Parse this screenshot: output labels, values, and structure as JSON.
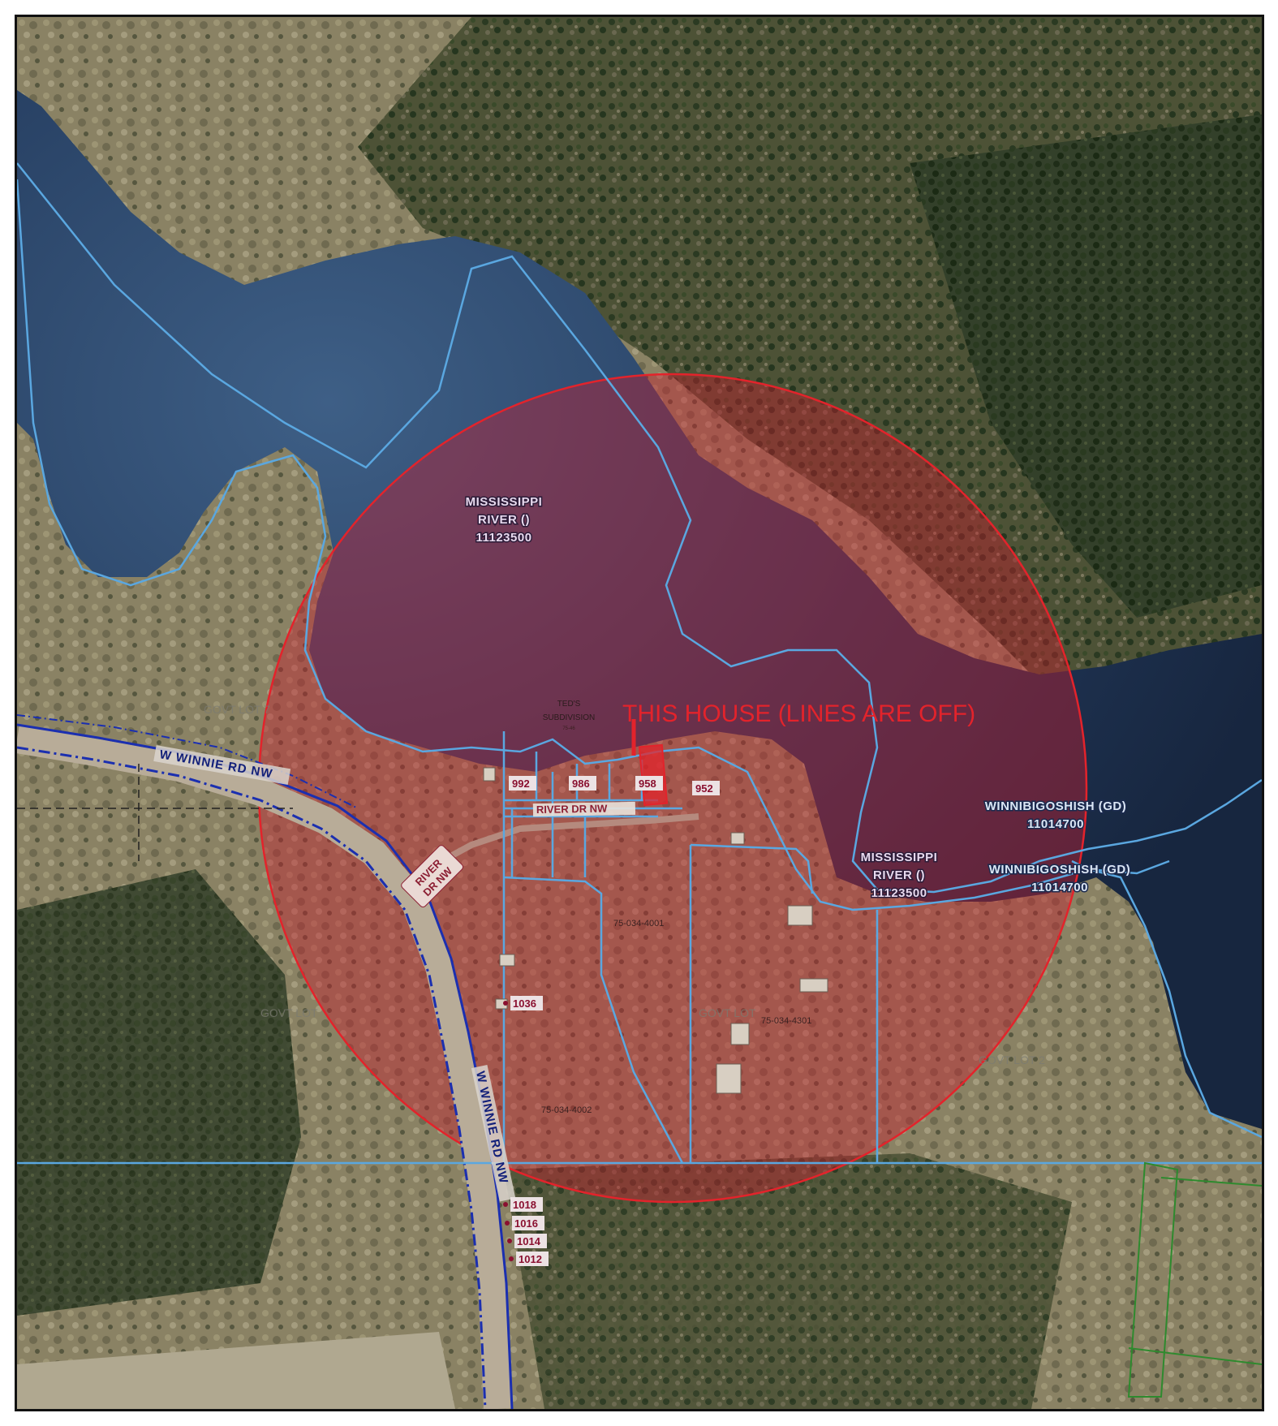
{
  "water_labels": [
    {
      "line1": "MISSISSIPPI",
      "line2": "RIVER ()",
      "line3": "11123500"
    },
    {
      "line1": "MISSISSIPPI",
      "line2": "RIVER ()",
      "line3": "11123500"
    },
    {
      "line1": "WINNIBIGOSHISH (GD)",
      "line2": "11014700"
    },
    {
      "line1": "WINNIBIGOSHISH (GD)",
      "line2": "11014700"
    }
  ],
  "subdivision": {
    "name": "TED'S",
    "name2": "SUBDIVISION",
    "code": "75-46"
  },
  "annotation": {
    "text": "THIS HOUSE (LINES ARE OFF)",
    "color": "#e3232b"
  },
  "roads": {
    "w_winnie_upper": "W WINNIE RD NW",
    "w_winnie_lower": "W WINNIE RD NW",
    "river_dr_main": "RIVER DR NW",
    "river_dr_shield_1": "RIVER",
    "river_dr_shield_2": "DR NW"
  },
  "addresses": {
    "a992": "992",
    "a986": "986",
    "a958": "958",
    "a952": "952",
    "a1036": "1036",
    "a1018": "1018",
    "a1016": "1016",
    "a1014": "1014",
    "a1012": "1012"
  },
  "parcels": {
    "p4001": "75-034-4001",
    "p4301": "75-034-4301",
    "p4002": "75-034-4002"
  },
  "govt_lots": {
    "lot_upper": "GOVT LOT 7",
    "lot_left": "GOVT LOT",
    "lot_right": "GOVT LOT 2",
    "lot_center": "GOVT LOT"
  },
  "colors": {
    "water": "#1f3350",
    "forest": "#3f4a2c",
    "boundary_line": "#5aa7e0",
    "road_line": "#1b2fb0",
    "buffer_fill": "#c81d2e",
    "buffer_stroke": "#e3232b",
    "parcel_green": "#2e8a2e"
  }
}
